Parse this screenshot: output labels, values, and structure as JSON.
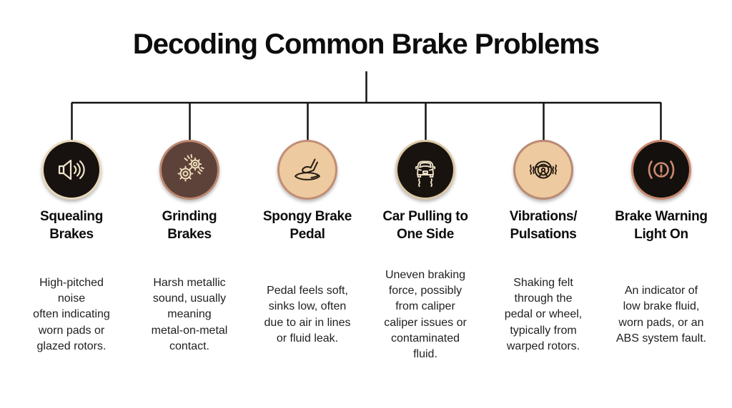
{
  "title": "Decoding Common Brake Problems",
  "colors": {
    "background": "#ffffff",
    "connector_line": "#121212",
    "title_text": "#0d0d0d",
    "body_text": "#1f1f1f"
  },
  "problems": [
    {
      "id": "squealing-brakes",
      "icon": "speaker-sound-icon",
      "heading": "Squealing\nBrakes",
      "description": "High-pitched\nnoise\noften indicating\nworn pads or\nglazed rotors.",
      "circle_fill": "#17120f",
      "circle_border": "#e9d9bb",
      "icon_color": "#f1e4ca"
    },
    {
      "id": "grinding-brakes",
      "icon": "gears-icon",
      "heading": "Grinding\nBrakes",
      "description": "Harsh metallic\nsound, usually\nmeaning\nmetal-on-metal\ncontact.",
      "circle_fill": "#5d4239",
      "circle_border": "#bd8872",
      "icon_color": "#eedcba"
    },
    {
      "id": "spongy-brake-pedal",
      "icon": "brake-pedal-foot-icon",
      "heading": "Spongy Brake\nPedal",
      "description": "Pedal feels soft,\nsinks low, often\ndue to air in lines\nor fluid leak.",
      "circle_fill": "#edca9f",
      "circle_border": "#c28e74",
      "icon_color": "#241b12"
    },
    {
      "id": "car-pulling-to-one-side",
      "icon": "car-skid-icon",
      "heading": "Car Pulling to\nOne Side",
      "description": "Uneven braking\nforce, possibly\nfrom caliper\ncaliper issues or\ncontaminated\nfluid.",
      "circle_fill": "#18130f",
      "circle_border": "#dcc8a4",
      "icon_color": "#ecdfc6"
    },
    {
      "id": "vibrations-pulsations",
      "icon": "steering-wheel-icon",
      "heading": "Vibrations/\nPulsations",
      "description": "Shaking felt\nthrough the\npedal or wheel,\ntypically from\nwarped rotors.",
      "circle_fill": "#edca9f",
      "circle_border": "#ba8a73",
      "icon_color": "#241b12"
    },
    {
      "id": "brake-warning-light-on",
      "icon": "brake-warning-light-icon",
      "heading": "Brake Warning\nLight On",
      "description": "An indicator of\nlow brake fluid,\nworn pads, or an\nABS system fault.",
      "circle_fill": "#14100d",
      "circle_border": "#c9876d",
      "icon_color": "#cd8a70"
    }
  ]
}
